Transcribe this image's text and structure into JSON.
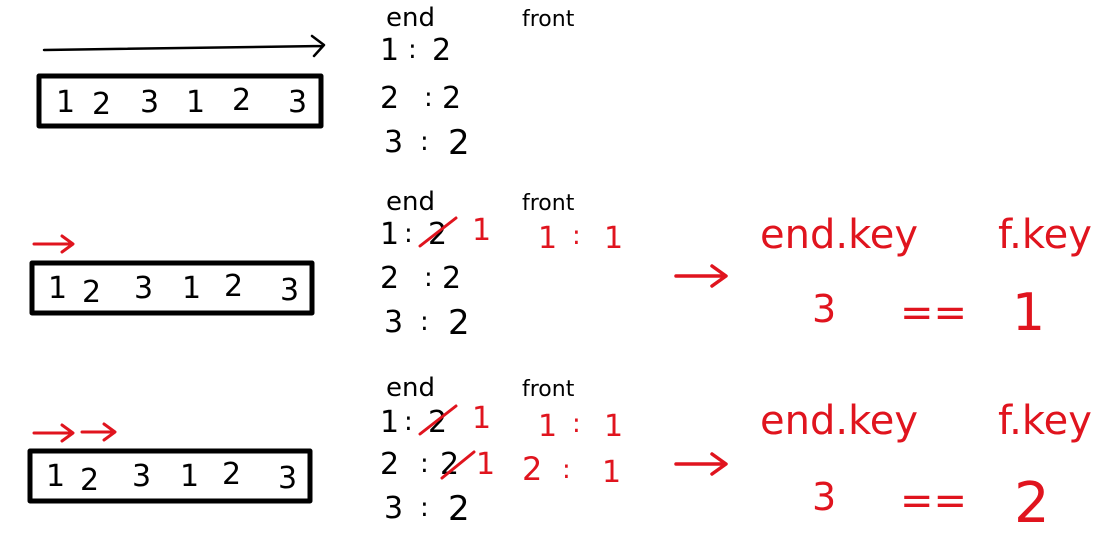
{
  "array_values": [
    "1",
    "2",
    "3",
    "1",
    "2",
    "3"
  ],
  "colors": {
    "ink": "#000000",
    "marker": "#e0141e",
    "background": "#ffffff"
  },
  "panels": [
    {
      "id": "step-1",
      "pointer_arrows": 0,
      "end_header": "end",
      "front_header": "front",
      "end_map": [
        {
          "key": "1",
          "sep": ":",
          "value": "2",
          "crossed": false,
          "new_value": ""
        },
        {
          "key": "2",
          "sep": ":",
          "value": "2",
          "crossed": false,
          "new_value": ""
        },
        {
          "key": "3",
          "sep": ":",
          "value": "2",
          "crossed": false,
          "new_value": ""
        }
      ],
      "front_map": [],
      "comparison": null
    },
    {
      "id": "step-2",
      "pointer_arrows": 1,
      "end_header": "end",
      "front_header": "front",
      "end_map": [
        {
          "key": "1",
          "sep": ":",
          "value": "2",
          "crossed": true,
          "new_value": "1"
        },
        {
          "key": "2",
          "sep": ":",
          "value": "2",
          "crossed": false,
          "new_value": ""
        },
        {
          "key": "3",
          "sep": ":",
          "value": "2",
          "crossed": false,
          "new_value": ""
        }
      ],
      "front_map": [
        {
          "key": "1",
          "sep": ":",
          "value": "1"
        }
      ],
      "comparison": {
        "left_label": "end.key",
        "right_label": "f.key",
        "left_value": "3",
        "operator": "==",
        "right_value": "1"
      }
    },
    {
      "id": "step-3",
      "pointer_arrows": 2,
      "end_header": "end",
      "front_header": "front",
      "end_map": [
        {
          "key": "1",
          "sep": ":",
          "value": "2",
          "crossed": true,
          "new_value": "1"
        },
        {
          "key": "2",
          "sep": ":",
          "value": "2",
          "crossed": true,
          "new_value": "1"
        },
        {
          "key": "3",
          "sep": ":",
          "value": "2",
          "crossed": false,
          "new_value": ""
        }
      ],
      "front_map": [
        {
          "key": "1",
          "sep": ":",
          "value": "1"
        },
        {
          "key": "2",
          "sep": ":",
          "value": "1"
        }
      ],
      "comparison": {
        "left_label": "end.key",
        "right_label": "f.key",
        "left_value": "3",
        "operator": "==",
        "right_value": "2"
      }
    }
  ]
}
